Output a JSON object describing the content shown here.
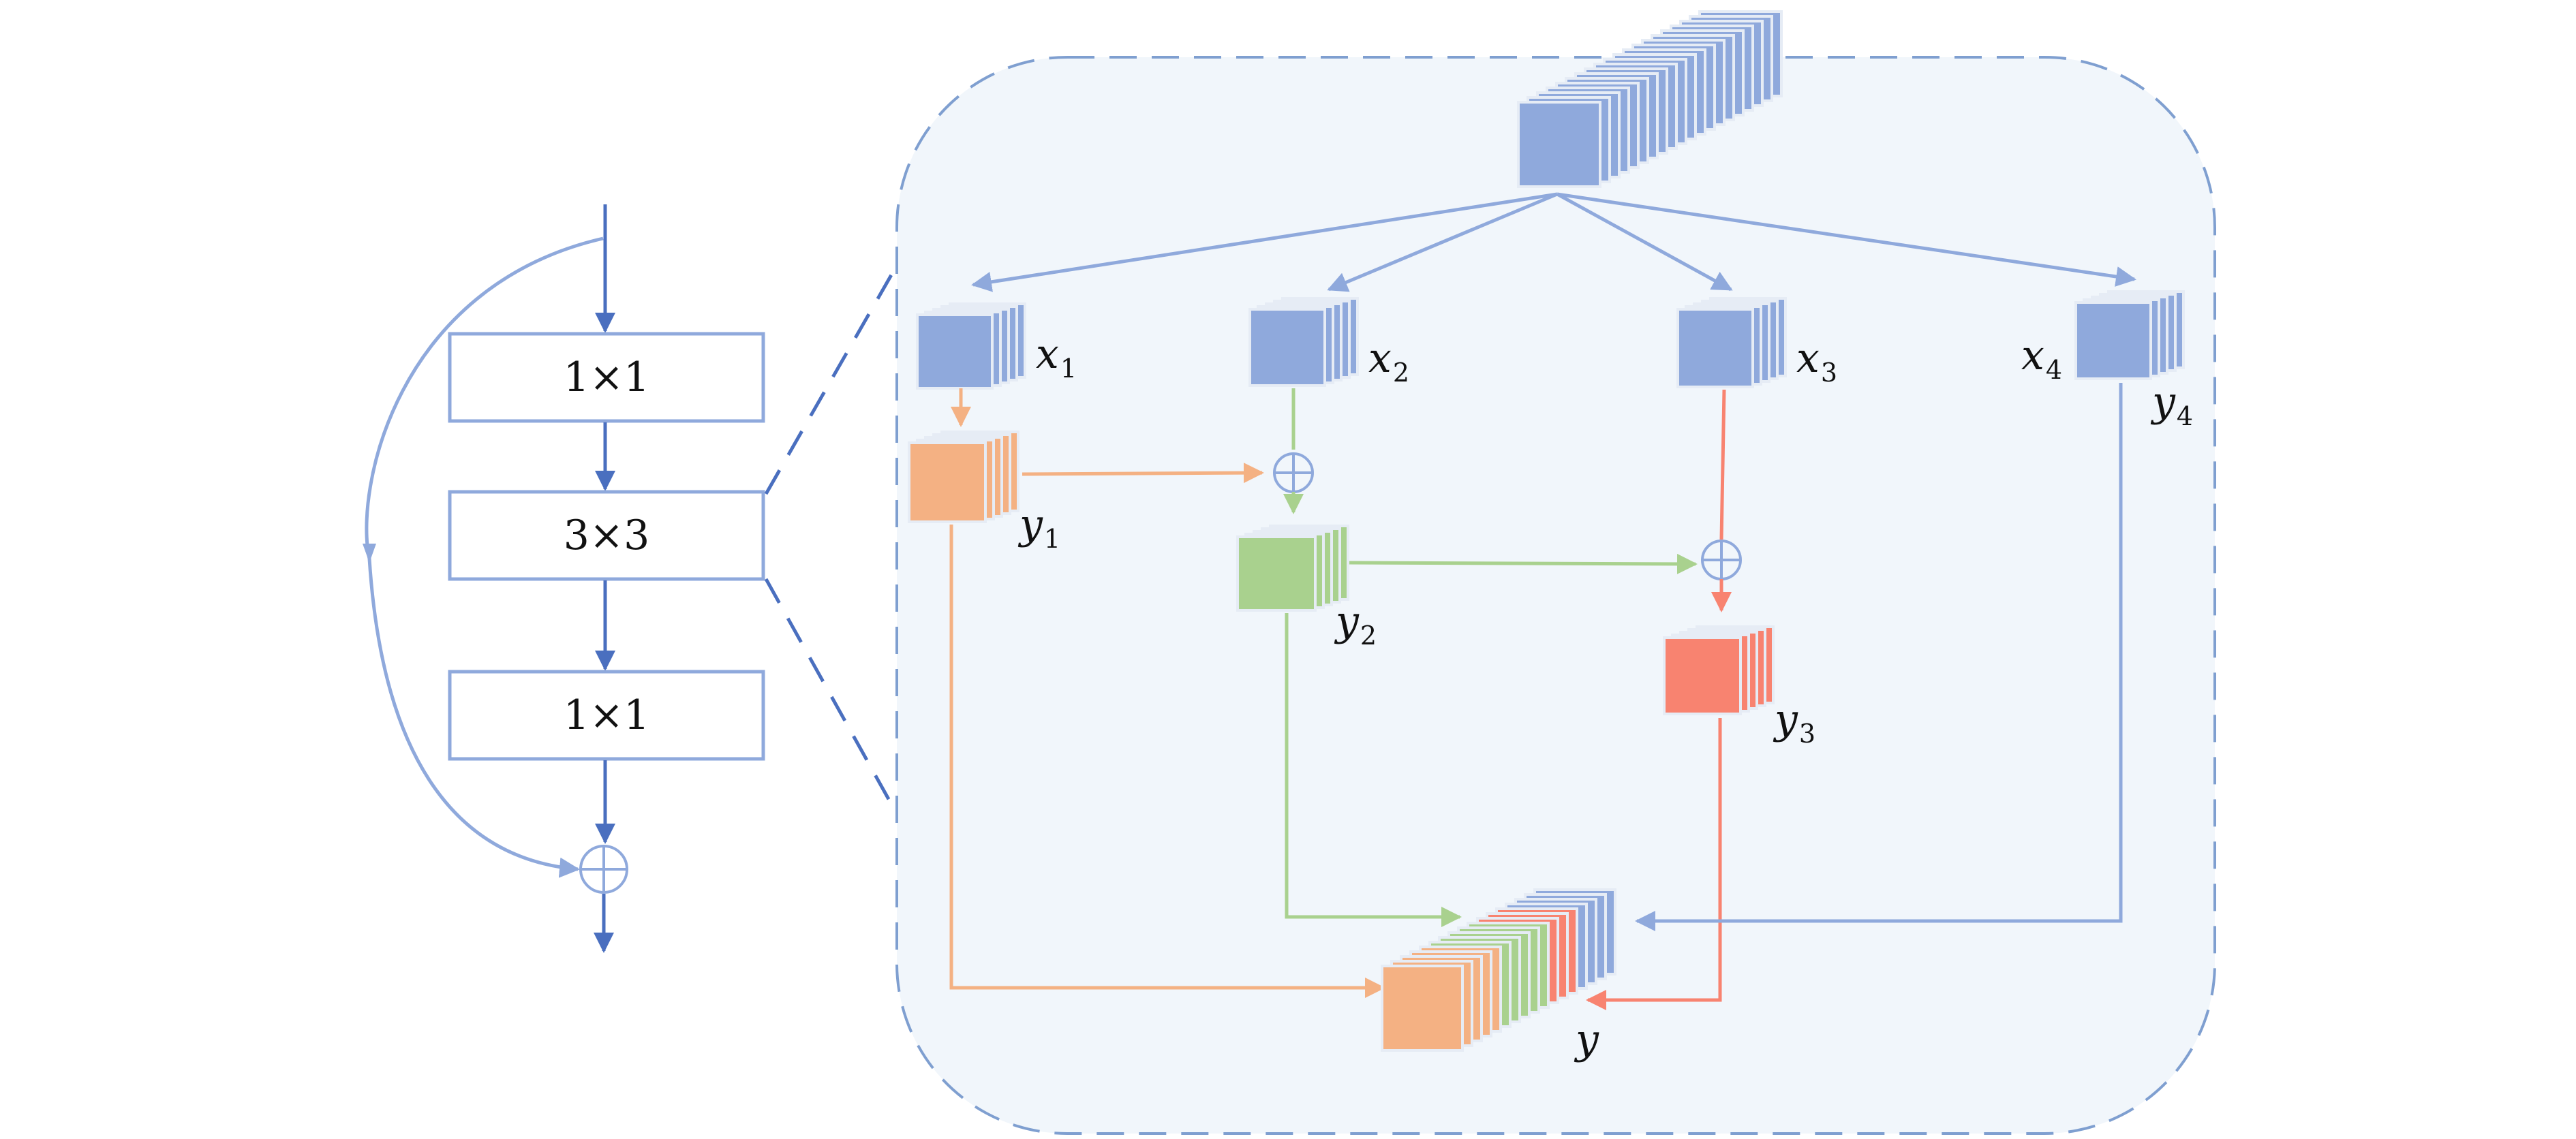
{
  "blocks": {
    "conv1": "1×1",
    "conv2": "3×3",
    "conv3": "1×1"
  },
  "labels": {
    "x1": {
      "var": "x",
      "sub": "1"
    },
    "x2": {
      "var": "x",
      "sub": "2"
    },
    "x3": {
      "var": "x",
      "sub": "3"
    },
    "x4": {
      "var": "x",
      "sub": "4"
    },
    "y1": {
      "var": "y",
      "sub": "1"
    },
    "y2": {
      "var": "y",
      "sub": "2"
    },
    "y3": {
      "var": "y",
      "sub": "3"
    },
    "y4": {
      "var": "y",
      "sub": "4"
    },
    "y": {
      "var": "y"
    }
  },
  "colors": {
    "blue": "#8fa9dc",
    "blue_dark": "#4a6fbf",
    "orange": "#f4b183",
    "green": "#a9d18e",
    "red": "#f88370",
    "panel_fill": "#f1f6fb",
    "panel_border": "#7f9fd0"
  }
}
